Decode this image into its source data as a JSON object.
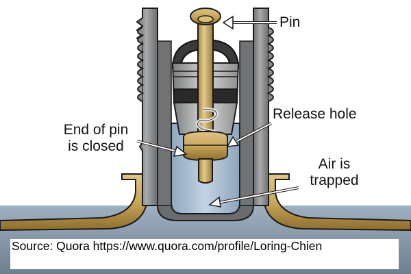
{
  "diagram": {
    "title": "Tire valve with pin closed",
    "labels": {
      "pin": "Pin",
      "end_of_pin_line1": "End of pin",
      "end_of_pin_line2": "is closed",
      "release_hole": "Release hole",
      "air_line1": "Air is",
      "air_line2": "trapped"
    },
    "source": "Source: Quora  https://www.quora.com/profile/Loring-Chien",
    "colors": {
      "brass": "#c9a65a",
      "brass_dark": "#8a6a2a",
      "steel": "#8a8c8e",
      "steel_dark": "#5e6062",
      "air_blue": "#a9bfd6",
      "outline": "#1a1a1a"
    }
  }
}
